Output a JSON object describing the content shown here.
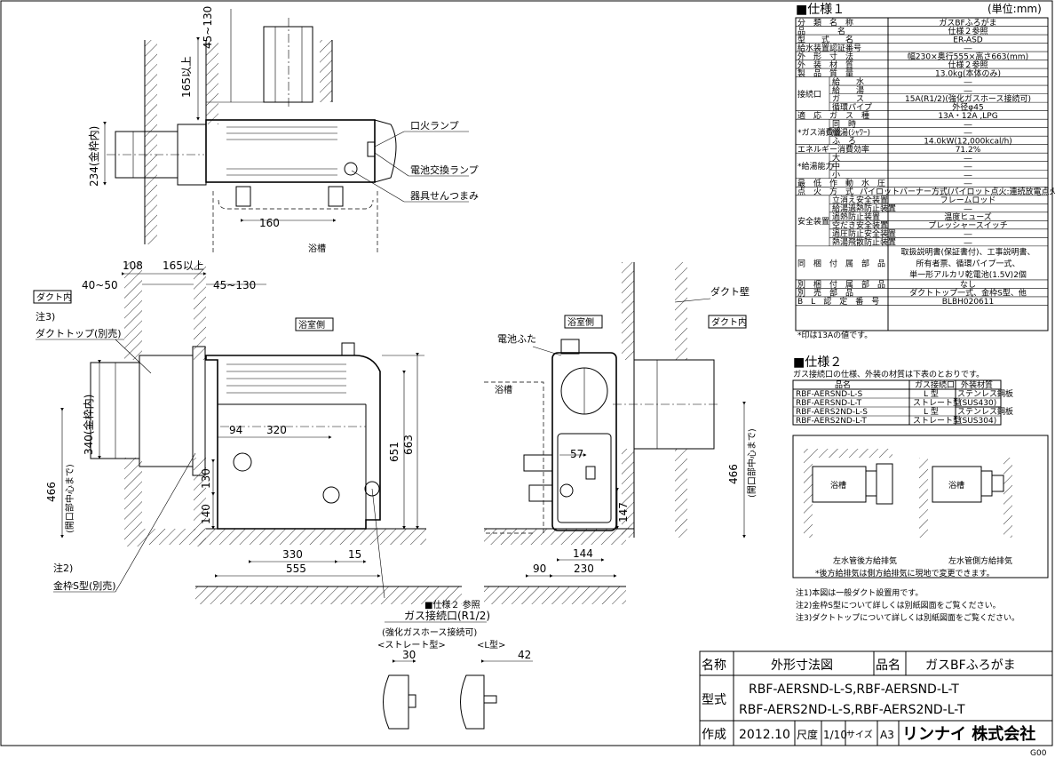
{
  "top_view": {
    "dim_45_130": "45~130",
    "dim_165": "165以上",
    "dim_234": "234(金枠内)",
    "dim_160": "160",
    "bath": "浴槽",
    "labels": [
      "口火ランプ",
      "電池交換ランプ",
      "器具せんつまみ"
    ]
  },
  "front_view": {
    "dim_108": "108",
    "dim_165": "165以上",
    "dim_40_50": "40~50",
    "dim_45_130": "45~130",
    "duct_in": "ダクト内",
    "note3": "注3)",
    "duct_top": "ダクトトップ(別売)",
    "bath_side": "浴室側",
    "dim_340": "340(金枠内)",
    "dim_466": "466",
    "dim_466_sub": "(開口部中心まで)",
    "dim_94": "94",
    "dim_320": "320",
    "dim_130": "130",
    "dim_140": "140",
    "dim_651": "651",
    "dim_663": "663",
    "dim_330": "330",
    "dim_15": "15",
    "dim_555": "555",
    "note2": "注2)",
    "frame_s": "金枠S型(別売)",
    "gas_ref": "■仕様２ 参照",
    "gas_port": "ガス接続口(R1/2)",
    "gas_hose": "(強化ガスホース接続可)",
    "straight": "<ストレート型>",
    "l_type": "<L型>",
    "dim_30": "30",
    "dim_42": "42"
  },
  "side_view": {
    "bath_side": "浴室側",
    "battery_cover": "電池ふた",
    "bath": "浴槽",
    "duct_wall": "ダクト壁",
    "duct_in": "ダクト内",
    "dim_57": "57",
    "dim_147": "147",
    "dim_144": "144",
    "dim_90": "90",
    "dim_230": "230",
    "dim_466": "466",
    "dim_466_sub": "(開口部中心まで)"
  },
  "spec1": {
    "title": "■仕様１",
    "unit": "(単位:mm)",
    "rows": [
      [
        "分　類　名　称",
        "ガスBFふろがま"
      ],
      [
        "品　　　　名",
        "仕様２参照"
      ],
      [
        "型　　式　　名",
        "ER-ASD"
      ],
      [
        "給水装置認証番号",
        "―"
      ],
      [
        "外　形　寸　法",
        "幅230×奥行555×高さ663(mm)"
      ],
      [
        "外　装　材　質",
        "仕様２参照"
      ],
      [
        "製　品　質　量",
        "13.0kg(本体のみ)"
      ],
      [
        "接続口|給　　水",
        "―"
      ],
      [
        "接続口|給　　湯",
        "―"
      ],
      [
        "接続口|ガ　　ス",
        "15A(R1/2)(強化ガスホース接続可)"
      ],
      [
        "接続口|循環パイプ",
        "外径φ45"
      ],
      [
        "適　応　ガ　ス　種",
        "13A・12A ,LPG"
      ],
      [
        "*ガス消費量|同　時",
        "―"
      ],
      [
        "*ガス消費量|給湯(ｼｬﾜｰ)",
        "―"
      ],
      [
        "*ガス消費量|ふ　ろ",
        "14.0kW(12,000kcal/h)"
      ],
      [
        "エネルギー消費効率",
        "71.2%"
      ],
      [
        "*給湯能力|大",
        "―"
      ],
      [
        "*給湯能力|中",
        "―"
      ],
      [
        "*給湯能力|小",
        "―"
      ],
      [
        "最　低　作　動　水　圧",
        "―"
      ],
      [
        "点　火　方　式",
        "パイロットバーナー方式(パイロット点火:連続放電点火方式)"
      ],
      [
        "安全装置|立消え安全装置",
        "フレームロッド"
      ],
      [
        "安全装置|給湯過熱防止装置",
        "―"
      ],
      [
        "安全装置|過熱防止装置",
        "温度ヒューズ"
      ],
      [
        "安全装置|空だき安全装置",
        "プレッシャースイッチ"
      ],
      [
        "安全装置|過圧防止安全装置",
        "―"
      ],
      [
        "安全装置|熱湯飛散防止装置",
        "―"
      ],
      [
        "同　梱　付　属　部　品",
        "取扱説明書(保証書付)、工事説明書、|所有者票、循環パイプ一式、|単一形アルカリ乾電池(1.5V)2個"
      ],
      [
        "別　梱　付　属　部　品",
        "なし"
      ],
      [
        "別　売　部　品",
        "ダクトトップ一式、金枠S型、他"
      ],
      [
        "B　L　認　定　番　号",
        "BLBH020611"
      ]
    ],
    "group_labels": [
      "接続口",
      "*ガス消費量",
      "*給湯能力",
      "安全装置"
    ],
    "footnote": "*印は13Aの値です。"
  },
  "spec2": {
    "title": "■仕様２",
    "subtitle": "ガス接続口の仕様、外装の材質は下表のとおりです。",
    "headers": [
      "品名",
      "ガス接続口",
      "外装材質"
    ],
    "rows": [
      [
        "RBF-AERSND-L-S",
        "L 型",
        "ステンレス鋼板"
      ],
      [
        "RBF-AERSND-L-T",
        "ストレート型",
        "(SUS430)"
      ],
      [
        "RBF-AERS2ND-L-S",
        "L 型",
        "ステンレス鋼板"
      ],
      [
        "RBF-AERS2ND-L-T",
        "ストレート型",
        "(SUS304)"
      ]
    ]
  },
  "exhaust_box": {
    "left_label": "浴槽",
    "right_label": "浴槽",
    "left_caption": "左水管後方給排気",
    "right_caption": "左水管側方給排気",
    "note": "*後方給排気は側方給排気に現地で変更できます。"
  },
  "notes": [
    "注1)本図は一般ダクト設置用です。",
    "注2)金枠S型について詳しくは別紙図面をご覧ください。",
    "注3)ダクトトップについて詳しくは別紙図面をご覧ください。"
  ],
  "title_block": {
    "name_label": "名称",
    "drawing_name": "外形寸法図",
    "product_label": "品名",
    "product": "ガスBFふろがま",
    "model_label": "型式",
    "model_line1": "RBF-AERSND-L-S,RBF-AERSND-L-T",
    "model_line2": "RBF-AERS2ND-L-S,RBF-AERS2ND-L-T",
    "made_label": "作成",
    "date": "2012.10",
    "scale_label": "尺度",
    "scale": "1/10",
    "size_label": "サイズ",
    "size": "A3",
    "company": "リンナイ 株式会社",
    "code": "G00"
  }
}
